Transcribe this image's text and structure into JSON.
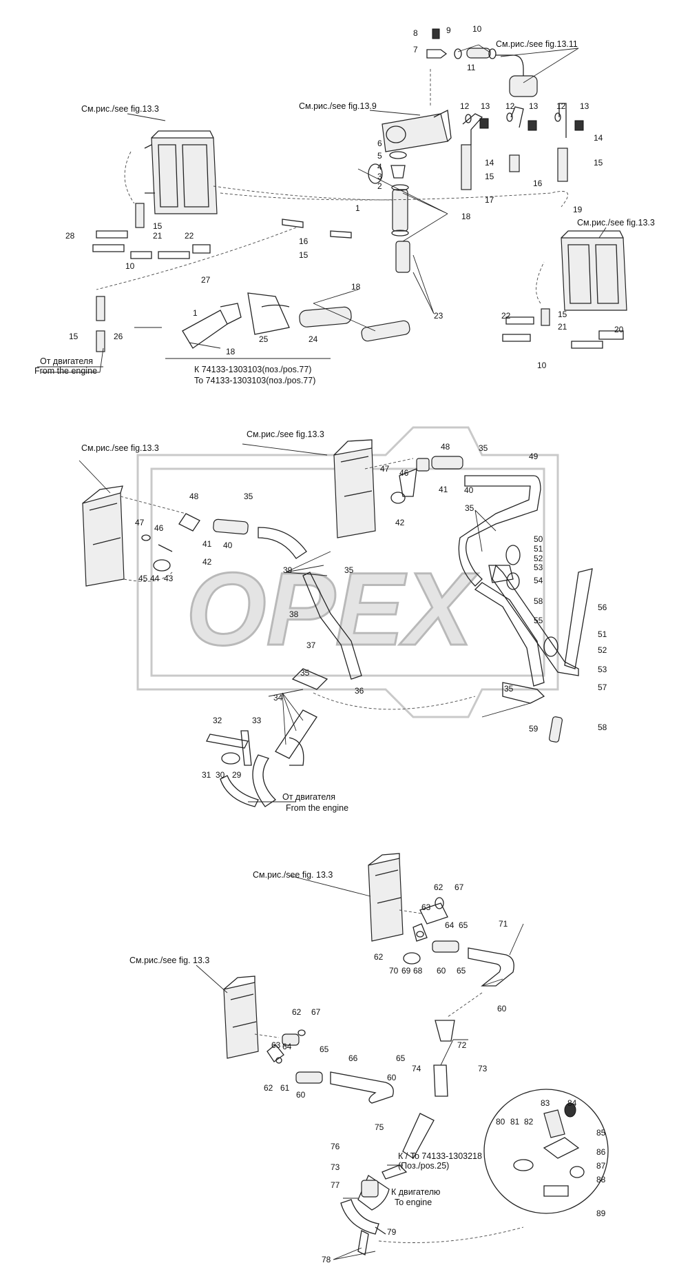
{
  "watermark": {
    "brand": "OPEX"
  },
  "ref_labels": {
    "a_fig_13_11": "См.рис./see fig.13.11",
    "a_fig_13_9": "См.рис./see fig.13.9",
    "a_fig_13_3_left": "См.рис./see fig.13.3",
    "a_fig_13_3_right": "См.рис./see fig.13.3",
    "a_engine_ru": "От двигателя",
    "a_engine_en": "From the engine",
    "a_to_ru": "К 74133-1303103(поз./pos.77)",
    "a_to_en": "To 74133-1303103(поз./pos.77)",
    "b_fig_13_3_left": "См.рис./see fig.13.3",
    "b_fig_13_3_top": "См.рис./see fig.13.3",
    "b_engine_ru": "От двигателя",
    "b_engine_en": "From the engine",
    "c_fig_13_3_top": "См.рис./see fig. 13.3",
    "c_fig_13_3_left": "См.рис./see fig. 13.3",
    "c_to_pos_1": "К / To 74133-1303218",
    "c_to_pos_2": "(Поз./pos.25)",
    "c_engine_ru": "К двигателю",
    "c_engine_en": "To engine"
  },
  "callouts_a": [
    "8",
    "9",
    "10",
    "7",
    "11",
    "13",
    "12",
    "12",
    "13",
    "12",
    "13",
    "14",
    "6",
    "5",
    "4",
    "3",
    "2",
    "14",
    "15",
    "16",
    "15",
    "17",
    "1",
    "18",
    "19",
    "15",
    "28",
    "21",
    "22",
    "10",
    "16",
    "15",
    "27",
    "18",
    "1",
    "25",
    "24",
    "23",
    "18",
    "15",
    "26",
    "22",
    "15",
    "21",
    "20",
    "10"
  ],
  "callouts_b": [
    "48",
    "35",
    "49",
    "47",
    "46",
    "41",
    "40",
    "42",
    "48",
    "35",
    "47",
    "35",
    "46",
    "40",
    "41",
    "42",
    "50",
    "51",
    "52",
    "53",
    "45",
    "44",
    "43",
    "39",
    "35",
    "54",
    "38",
    "58",
    "56",
    "55",
    "37",
    "51",
    "52",
    "53",
    "35",
    "36",
    "57",
    "35",
    "34",
    "59",
    "58",
    "32",
    "33",
    "31",
    "30",
    "29"
  ],
  "callouts_c": [
    "62",
    "67",
    "63",
    "64",
    "65",
    "71",
    "62",
    "70",
    "69",
    "68",
    "60",
    "65",
    "60",
    "62",
    "67",
    "63",
    "64",
    "65",
    "72",
    "66",
    "65",
    "74",
    "73",
    "62",
    "61",
    "60",
    "60",
    "75",
    "83",
    "84",
    "80",
    "81",
    "82",
    "85",
    "76",
    "86",
    "73",
    "87",
    "77",
    "88",
    "89",
    "79",
    "78"
  ]
}
